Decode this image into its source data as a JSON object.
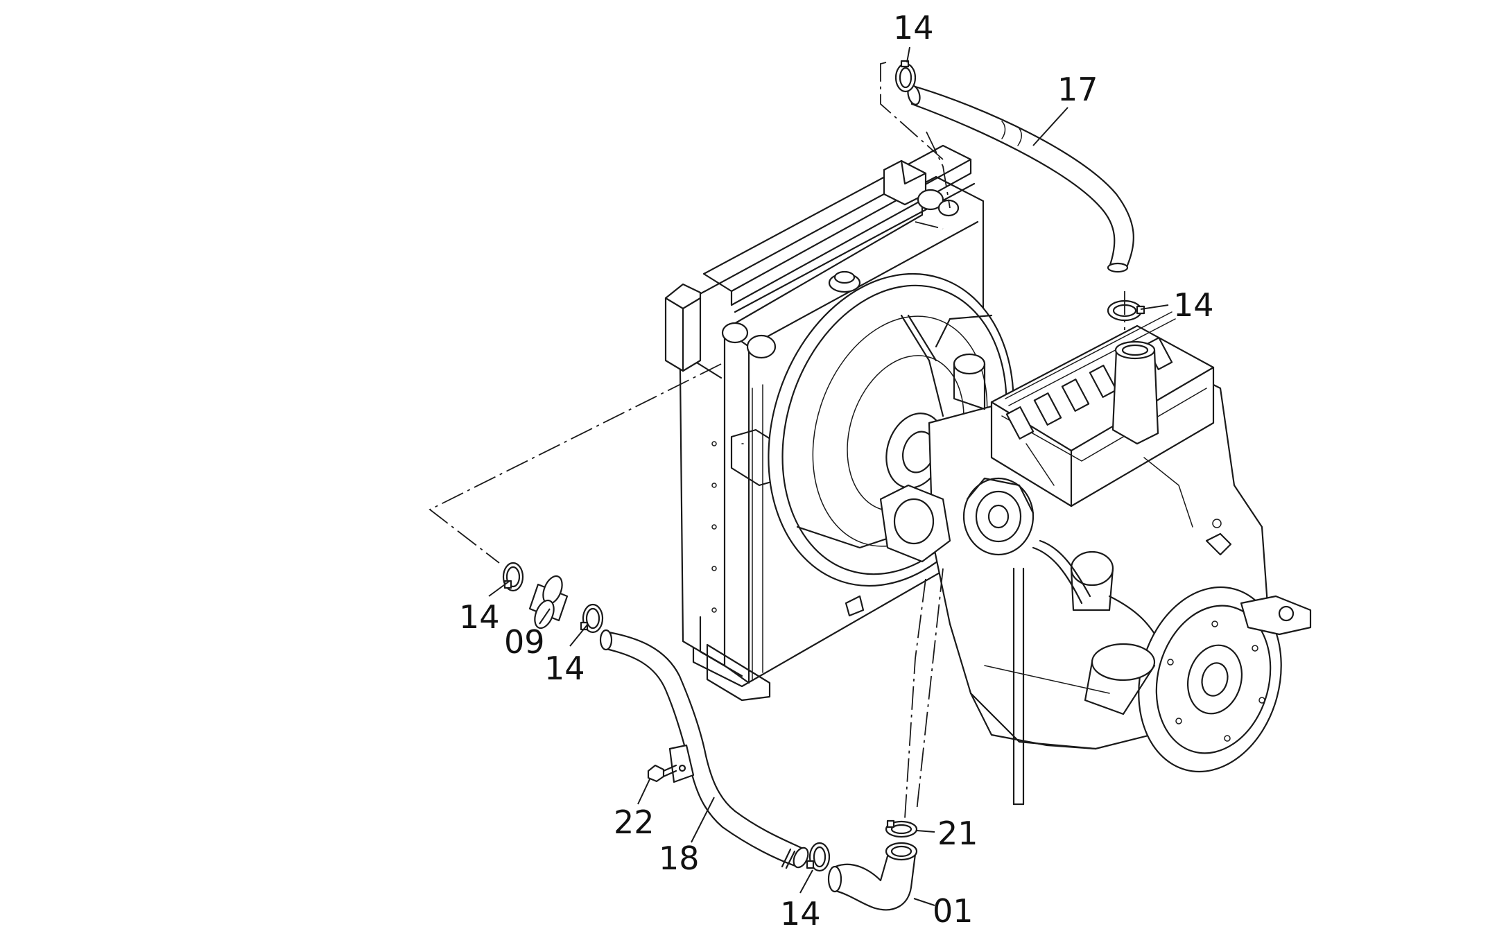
{
  "parts": [
    {
      "id": "c1",
      "label": "14"
    },
    {
      "id": "hose17",
      "label": "17"
    },
    {
      "id": "c2",
      "label": "14"
    },
    {
      "id": "c3",
      "label": "14"
    },
    {
      "id": "pipe09",
      "label": "09"
    },
    {
      "id": "c4",
      "label": "14"
    },
    {
      "id": "bolt22",
      "label": "22"
    },
    {
      "id": "pipe18",
      "label": "18"
    },
    {
      "id": "clamp21",
      "label": "21"
    },
    {
      "id": "c5",
      "label": "14"
    },
    {
      "id": "hose01",
      "label": "01"
    }
  ]
}
